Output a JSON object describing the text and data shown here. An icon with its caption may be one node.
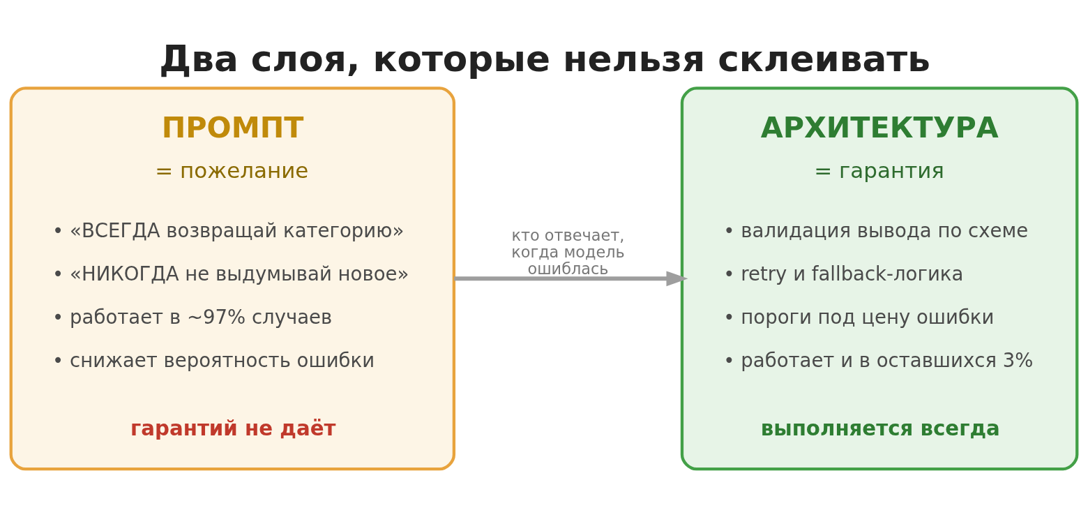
{
  "diagram": {
    "title": "Два слоя, которые нельзя склеивать",
    "nodes": [
      {
        "text": [
          "ПРОМПТ",
          "= пожелание",
          "• «ВСЕГДА возвращай категорию»",
          "• «НИКОГДА не выдумывай новое»",
          "• работает в ~97% случаев",
          "• снижает вероятность ошибки",
          "гарантий не даёт"
        ]
      },
      {
        "text": [
          "АРХИТЕКТУРА",
          "= гарантия",
          "• валидация вывода по схеме",
          "• retry и fallback-логика",
          "• пороги под цену ошибки",
          "• работает и в оставшихся 3%",
          "выполняется всегда"
        ]
      }
    ],
    "edges": [
      {
        "from": 0,
        "to": 1,
        "arrow": "to",
        "label": "кто отвечает, когда модель ошиблась"
      }
    ]
  }
}
